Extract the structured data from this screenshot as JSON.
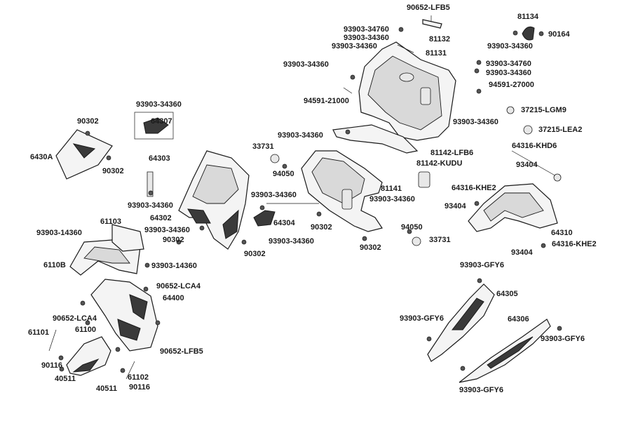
{
  "part_numbers": {
    "p90652_lfb5_top": "90652-LFB5",
    "p93903_34760_a": "93903-34760",
    "p93903_34360_a": "93903-34360",
    "p93903_34360_b": "93903-34360",
    "p81132": "81132",
    "p81134": "81134",
    "p90164": "90164",
    "p93903_34360_c": "93903-34360",
    "p81131": "81131",
    "p93903_34360_d": "93903-34360",
    "p93903_34760_b": "93903-34760",
    "p93903_34360_e": "93903-34360",
    "p94591_27000": "94591-27000",
    "p94591_21000": "94591-21000",
    "p37215_lgm9": "37215-LGM9",
    "p93903_34360_f": "93903-34360",
    "p37215_lea2": "37215-LEA2",
    "p93903_34360_g": "93903-34360",
    "p81142_lfb6": "81142-LFB6",
    "p64316_khd6": "64316-KHD6",
    "p33731_a": "33731",
    "p81142_kudu": "81142-KUDU",
    "p93404_a": "93404",
    "p94050_a": "94050",
    "p93903_34360_h": "93903-34360",
    "p90302_a": "90302",
    "p64307": "64307",
    "p6430A": "6430A",
    "p90302_b": "90302",
    "p64303": "64303",
    "p81141": "81141",
    "p64316_khe2_a": "64316-KHE2",
    "p93903_34360_i": "93903-34360",
    "p93404_b": "93404",
    "p93903_34360_j": "93903-34360",
    "p93903_34360_k": "93903-34360",
    "p64302": "64302",
    "p64304": "64304",
    "p61103": "61103",
    "p90302_c": "90302",
    "p93903_14360_a": "93903-14360",
    "p93903_34360_l": "93903-34360",
    "p90302_d": "90302",
    "p93903_34360_m": "93903-34360",
    "p94050_b": "94050",
    "p33731_b": "33731",
    "p64310": "64310",
    "p64316_khe2_b": "64316-KHE2",
    "p90302_e": "90302",
    "p90302_f": "90302",
    "p6110B": "6110B",
    "p93903_14360_b": "93903-14360",
    "p93404_c": "93404",
    "p93903_gfy6_a": "93903-GFY6",
    "p90652_lca4_a": "90652-LCA4",
    "p64305": "64305",
    "p64400": "64400",
    "p90652_lca4_b": "90652-LCA4",
    "p93903_gfy6_b": "93903-GFY6",
    "p64306": "64306",
    "p61101": "61101",
    "p61100": "61100",
    "p93903_gfy6_c": "93903-GFY6",
    "p90652_lfb5_bottom": "90652-LFB5",
    "p90116_a": "90116",
    "p40511_a": "40511",
    "p61102": "61102",
    "p90116_b": "90116",
    "p40511_b": "40511",
    "p93903_gfy6_d": "93903-GFY6"
  }
}
